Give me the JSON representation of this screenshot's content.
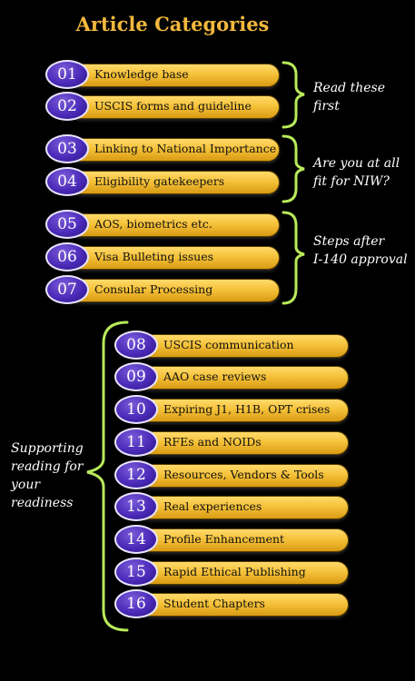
{
  "title": "Article Categories",
  "groups": [
    {
      "note": [
        "Read these",
        "first"
      ]
    },
    {
      "note": [
        "Are you at all",
        "fit for NIW?"
      ]
    },
    {
      "note": [
        "Steps after",
        "I-140 approval"
      ]
    },
    {
      "note": [
        "Supporting",
        "reading for",
        "your",
        "readiness"
      ]
    }
  ],
  "items": [
    {
      "num": "01",
      "label": "Knowledge base"
    },
    {
      "num": "02",
      "label": "USCIS forms and guideline"
    },
    {
      "num": "03",
      "label": "Linking to National Importance"
    },
    {
      "num": "04",
      "label": "Eligibility gatekeepers"
    },
    {
      "num": "05",
      "label": "AOS, biometrics etc."
    },
    {
      "num": "06",
      "label": "Visa Bulleting issues"
    },
    {
      "num": "07",
      "label": "Consular Processing"
    },
    {
      "num": "08",
      "label": "USCIS communication"
    },
    {
      "num": "09",
      "label": "AAO case reviews"
    },
    {
      "num": "10",
      "label": "Expiring J1, H1B, OPT crises"
    },
    {
      "num": "11",
      "label": "RFEs and NOIDs"
    },
    {
      "num": "12",
      "label": "Resources, Vendors & Tools"
    },
    {
      "num": "13",
      "label": "Real experiences"
    },
    {
      "num": "14",
      "label": "Profile Enhancement"
    },
    {
      "num": "15",
      "label": "Rapid Ethical Publishing"
    },
    {
      "num": "16",
      "label": "Student Chapters"
    }
  ],
  "colors": {
    "title": "#f3b83d",
    "bracket": "#b8ea5a",
    "bar": "#f5c23a",
    "badge": "#4a2ab8"
  }
}
